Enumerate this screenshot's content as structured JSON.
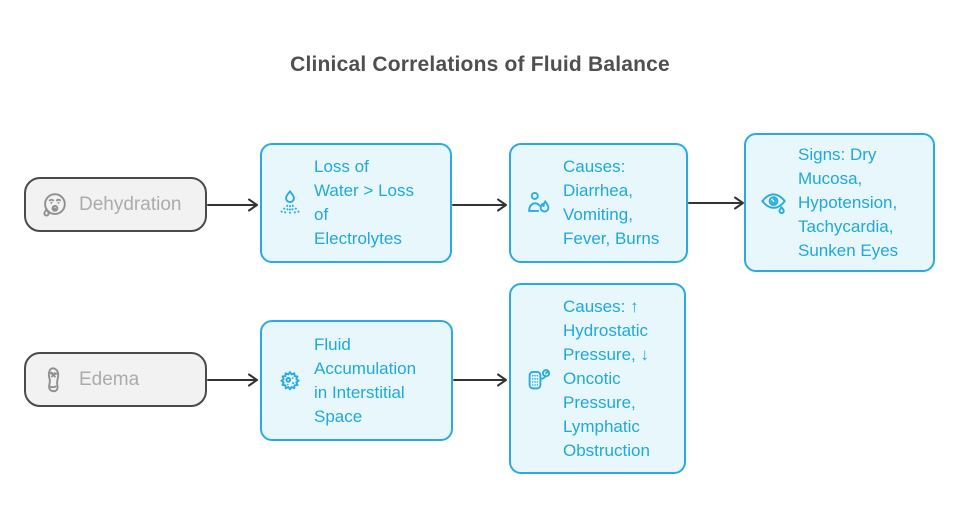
{
  "title": "Clinical Correlations of Fluid Balance",
  "colors": {
    "accent": "#29abe2",
    "accent_text": "#21a8da",
    "box_fill": "#e8f7fc",
    "node_fill": "#f2f2f2",
    "node_border": "#4a4a4a",
    "node_text": "#ababab",
    "node_icon": "#8f8f8f",
    "arrow": "#333333",
    "title": "#4f4f4f"
  },
  "rows": [
    {
      "source": {
        "label": "Dehydration",
        "icon": "dehydrated-face-icon"
      },
      "steps": [
        {
          "text": "Loss of\nWater > Loss\nof\nElectrolytes",
          "icon": "water-spray-icon"
        },
        {
          "text": "Causes:\nDiarrhea,\nVomiting,\nFever, Burns",
          "icon": "person-fever-icon"
        },
        {
          "text": "Signs: Dry\nMucosa,\nHypotension,\nTachycardia,\nSunken Eyes",
          "icon": "eye-tear-icon"
        }
      ]
    },
    {
      "source": {
        "label": "Edema",
        "icon": "foot-icon"
      },
      "steps": [
        {
          "text": "Fluid\nAccumulation\nin Interstitial\nSpace",
          "icon": "cell-icon"
        },
        {
          "text": "Causes: ↑\nHydrostatic\nPressure, ↓\nOncotic\nPressure,\nLymphatic\nObstruction",
          "icon": "bp-monitor-icon"
        }
      ]
    }
  ]
}
